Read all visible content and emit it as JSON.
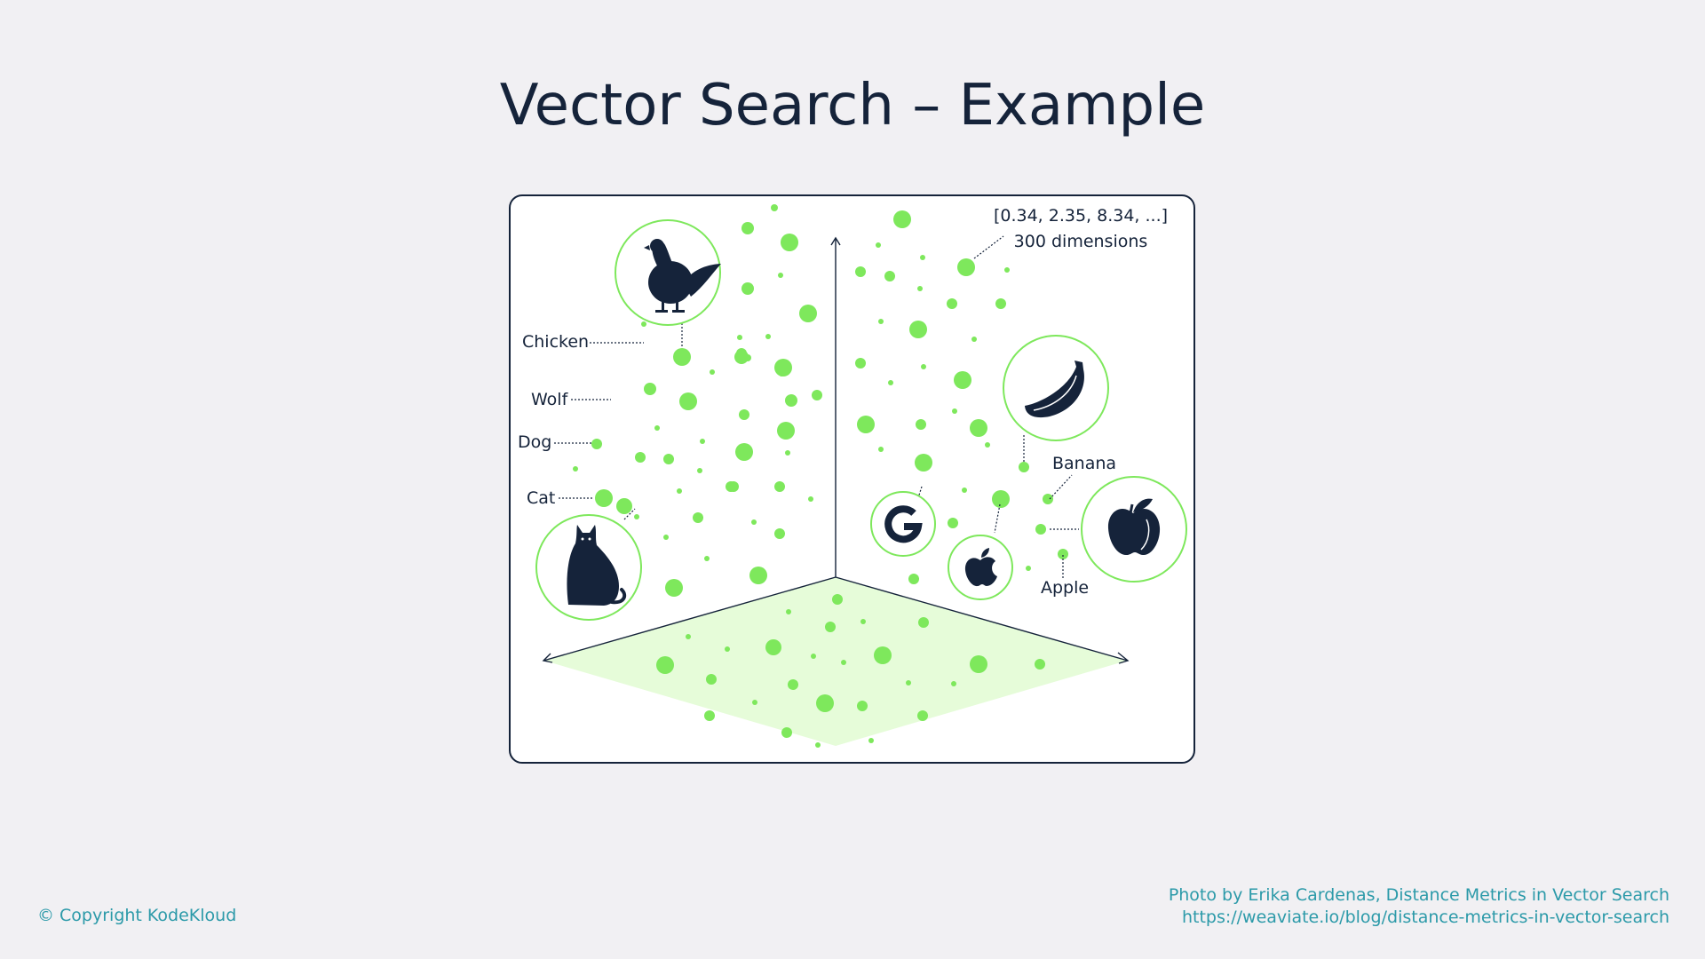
{
  "title": "Vector Search – Example",
  "diagram": {
    "vector_text": "[0.34, 2.35, 8.34, ...]",
    "dimensions_text": "300 dimensions",
    "labels": {
      "chicken": "Chicken",
      "wolf": "Wolf",
      "dog": "Dog",
      "cat": "Cat",
      "banana": "Banana",
      "apple": "Apple"
    },
    "colors": {
      "point": "#7ee85c",
      "plane": "#e6fcd9",
      "icon": "#15233a",
      "frame": "#15233a"
    }
  },
  "footer": {
    "copyright": "© Copyright KodeKloud",
    "credit_line1": "Photo by Erika Cardenas, Distance Metrics in Vector Search",
    "credit_line2": "https://weaviate.io/blog/distance-metrics-in-vector-search"
  }
}
